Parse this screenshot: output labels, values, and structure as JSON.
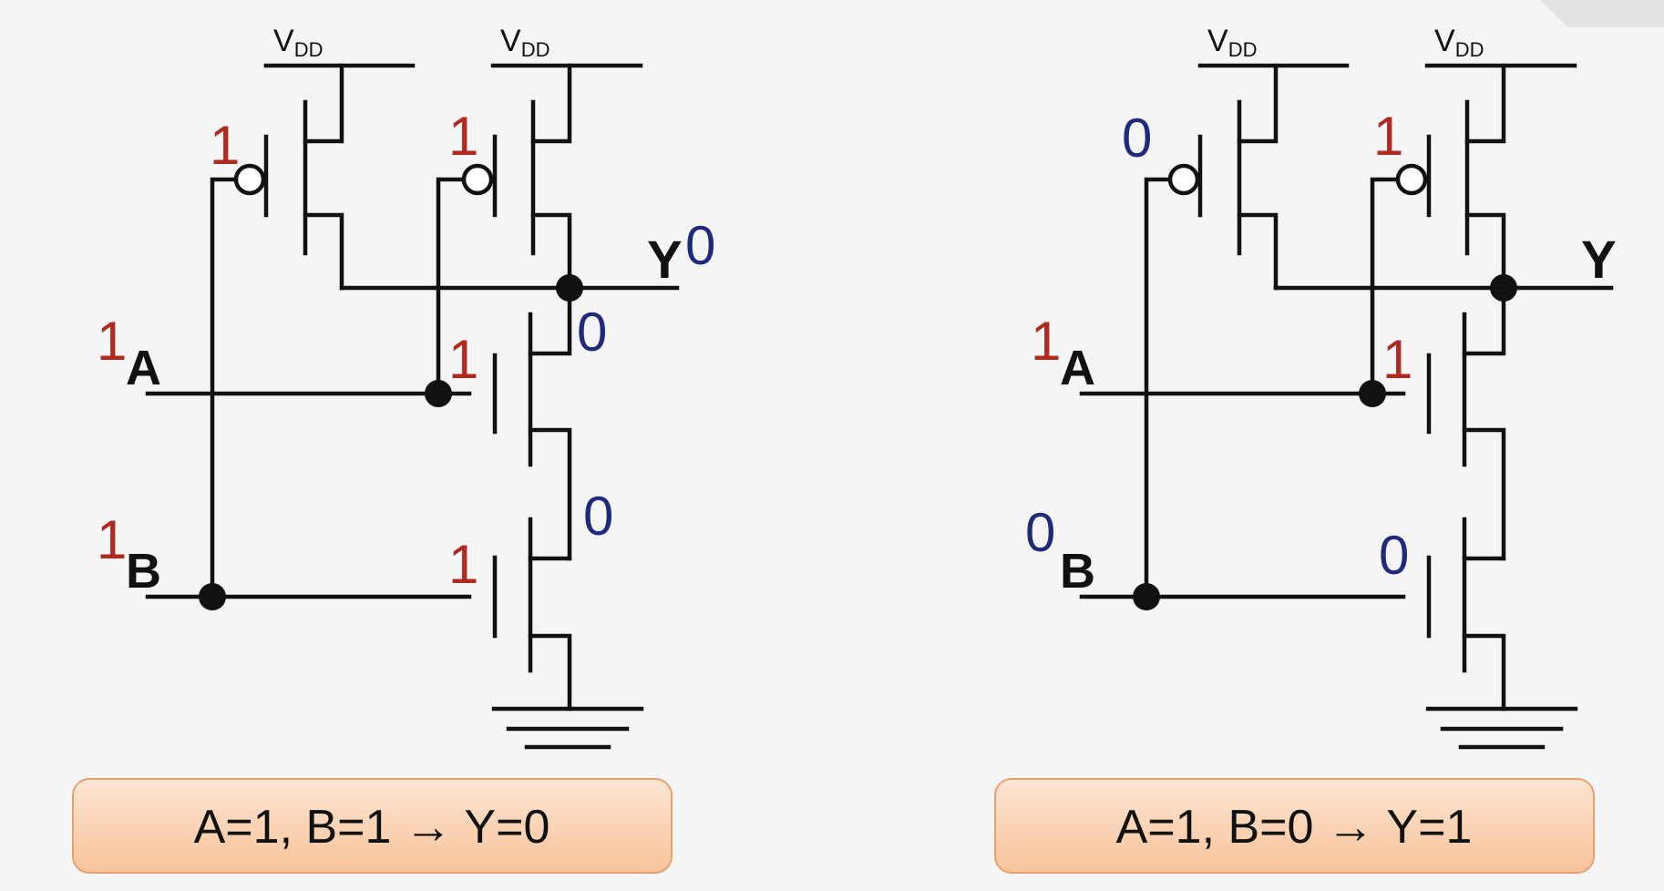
{
  "vdd_label": "V",
  "vdd_sub": "DD",
  "output_label": "Y",
  "input_a_label": "A",
  "input_b_label": "B",
  "colors": {
    "high": "#b02a20",
    "low": "#1f2a7a",
    "caption_fill": "#fbd3b4",
    "caption_border": "#e8a070"
  },
  "panels": [
    {
      "caption": "A=1, B=1 → Y=0",
      "levels": {
        "pmos_a_gate": "1",
        "pmos_b_gate": "1",
        "output": "0",
        "out_node": "0",
        "mid_node": "0",
        "input_a": "1",
        "nmos_a_gate": "1",
        "input_b": "1",
        "nmos_b_gate": "1"
      }
    },
    {
      "caption": "A=1, B=0 → Y=1",
      "levels": {
        "pmos_a_gate": "0",
        "pmos_b_gate": "1",
        "output": "",
        "out_node": "",
        "mid_node": "",
        "input_a": "1",
        "nmos_a_gate": "1",
        "input_b": "0",
        "nmos_b_gate": "0"
      }
    }
  ]
}
